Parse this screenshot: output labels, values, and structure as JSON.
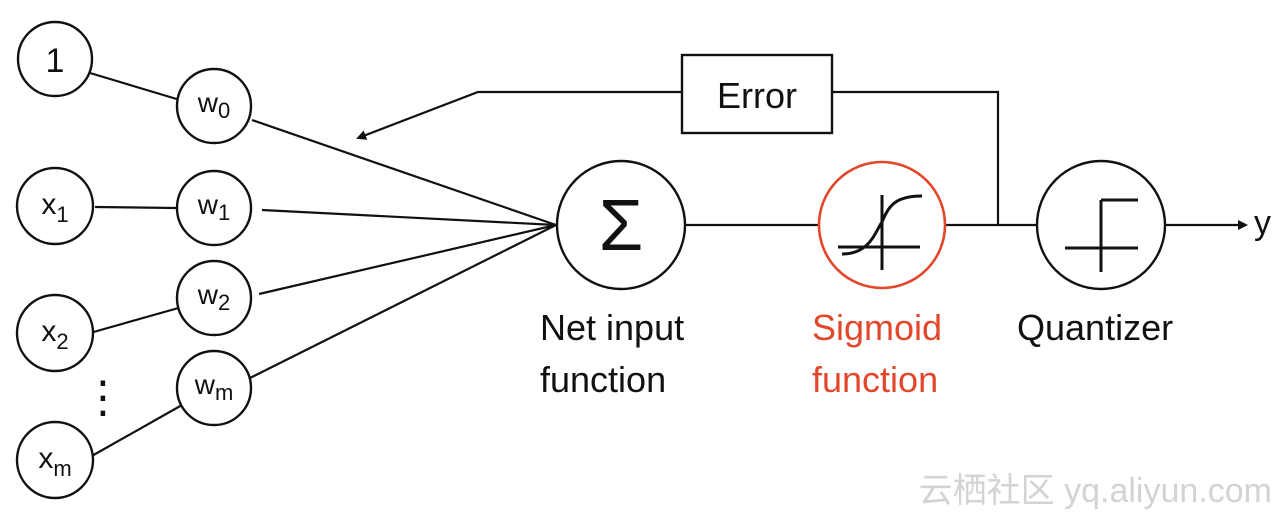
{
  "inputs": [
    {
      "id": "bias",
      "main": "1",
      "sub": ""
    },
    {
      "id": "x1",
      "main": "x",
      "sub": "1"
    },
    {
      "id": "x2",
      "main": "x",
      "sub": "2"
    },
    {
      "id": "xm",
      "main": "x",
      "sub": "m"
    }
  ],
  "ellipsis": "⋮",
  "weights": [
    {
      "id": "w0",
      "main": "w",
      "sub": "0"
    },
    {
      "id": "w1",
      "main": "w",
      "sub": "1"
    },
    {
      "id": "w2",
      "main": "w",
      "sub": "2"
    },
    {
      "id": "wm",
      "main": "w",
      "sub": "m"
    }
  ],
  "net_input": {
    "symbol": "Σ",
    "label_line1": "Net input",
    "label_line2": "function"
  },
  "sigmoid": {
    "label_line1": "Sigmoid",
    "label_line2": "function",
    "color": "#e2472c"
  },
  "quantizer": {
    "label": "Quantizer"
  },
  "error": {
    "label": "Error"
  },
  "output": {
    "label": "y"
  },
  "watermark": "云栖社区 yq.aliyun.com"
}
